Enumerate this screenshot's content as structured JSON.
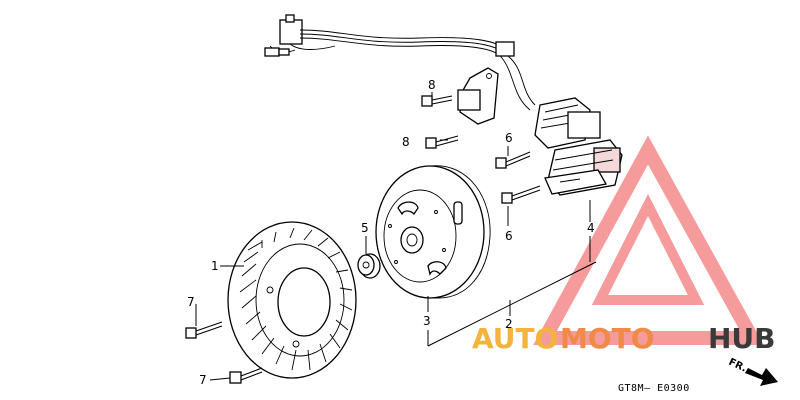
{
  "diagram": {
    "callouts": {
      "c1": "1",
      "c2": "2",
      "c3": "3",
      "c4": "4",
      "c5": "5",
      "c6a": "6",
      "c6b": "6",
      "c7a": "7",
      "c7b": "7",
      "c8a": "8",
      "c8b": "8"
    },
    "direction_label": "FR.",
    "drawing_code": "GT8M— E0300"
  },
  "watermark": {
    "part1": "AUTO",
    "part2": "MOTO",
    "part3": "HUB",
    "colors": {
      "triangle": "#f04a4a",
      "gold": "#f2b43c",
      "orange": "#f08a4a",
      "dark": "#3a3a3a"
    }
  }
}
